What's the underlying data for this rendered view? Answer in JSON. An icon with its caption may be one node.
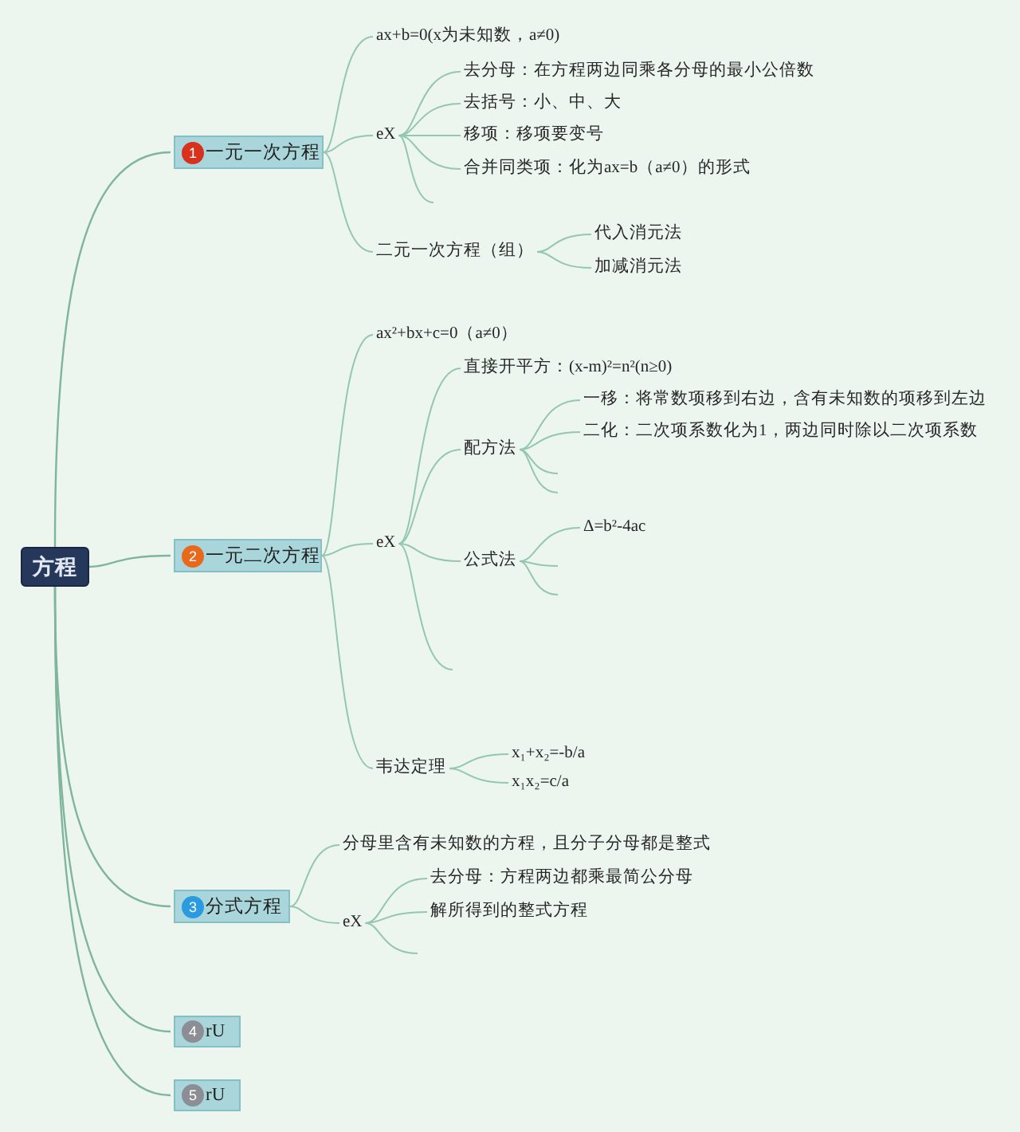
{
  "diagram": {
    "nodes": [
      {
        "text": [
          "方程"
        ]
      },
      {
        "text": [
          "1",
          "一元一次方程"
        ]
      },
      {
        "text": [
          "ax+b=0(x为未知数，a≠0)"
        ]
      },
      {
        "text": [
          "eX"
        ]
      },
      {
        "text": [
          "去分母：在方程两边同乘各分母的最小公倍数"
        ]
      },
      {
        "text": [
          "去括号：小、中、大"
        ]
      },
      {
        "text": [
          "移项：移项要变号"
        ]
      },
      {
        "text": [
          "合并同类项：化为ax=b（a≠0）的形式"
        ]
      },
      {
        "text": [
          "二元一次方程（组）"
        ]
      },
      {
        "text": [
          "代入消元法"
        ]
      },
      {
        "text": [
          "加减消元法"
        ]
      },
      {
        "text": [
          "2",
          "一元二次方程"
        ]
      },
      {
        "text": [
          "ax²+bx+c=0（a≠0）"
        ]
      },
      {
        "text": [
          "eX"
        ]
      },
      {
        "text": [
          "直接开平方：(x-m)²=n²(n≥0)"
        ]
      },
      {
        "text": [
          "配方法"
        ]
      },
      {
        "text": [
          "一移：将常数项移到右边，含有未知数的项移到左边"
        ]
      },
      {
        "text": [
          "二化：二次项系数化为1，两边同时除以二次项系数"
        ]
      },
      {
        "text": [
          "公式法"
        ]
      },
      {
        "text": [
          "Δ=b²-4ac"
        ]
      },
      {
        "text": [
          "韦达定理"
        ]
      },
      {
        "text": [
          "x₁+x₂=-b/a"
        ]
      },
      {
        "text": [
          "x₁x₂=c/a"
        ]
      },
      {
        "text": [
          "3",
          "分式方程"
        ]
      },
      {
        "text": [
          "分母里含有未知数的方程，且分子分母都是整式"
        ]
      },
      {
        "text": [
          "eX"
        ]
      },
      {
        "text": [
          "去分母：方程两边都乘最简公分母"
        ]
      },
      {
        "text": [
          "解所得到的整式方程"
        ]
      },
      {
        "text": [
          "4",
          "rU"
        ]
      },
      {
        "text": [
          "5",
          "rU"
        ]
      }
    ],
    "edges": [
      {
        "from": 0,
        "to": 1,
        "arrow": "none"
      },
      {
        "from": 0,
        "to": 11,
        "arrow": "none"
      },
      {
        "from": 0,
        "to": 23,
        "arrow": "none"
      },
      {
        "from": 0,
        "to": 28,
        "arrow": "none"
      },
      {
        "from": 0,
        "to": 29,
        "arrow": "none"
      },
      {
        "from": 1,
        "to": 2,
        "arrow": "none"
      },
      {
        "from": 1,
        "to": 3,
        "arrow": "none"
      },
      {
        "from": 1,
        "to": 8,
        "arrow": "none"
      },
      {
        "from": 3,
        "to": 4,
        "arrow": "none"
      },
      {
        "from": 3,
        "to": 5,
        "arrow": "none"
      },
      {
        "from": 3,
        "to": 6,
        "arrow": "none"
      },
      {
        "from": 3,
        "to": 7,
        "arrow": "none"
      },
      {
        "from": 3,
        "to": null,
        "arrow": "none"
      },
      {
        "from": 8,
        "to": 9,
        "arrow": "none"
      },
      {
        "from": 8,
        "to": 10,
        "arrow": "none"
      },
      {
        "from": 11,
        "to": 12,
        "arrow": "none"
      },
      {
        "from": 11,
        "to": 13,
        "arrow": "none"
      },
      {
        "from": 11,
        "to": 20,
        "arrow": "none"
      },
      {
        "from": 13,
        "to": 14,
        "arrow": "none"
      },
      {
        "from": 13,
        "to": 15,
        "arrow": "none"
      },
      {
        "from": 13,
        "to": 18,
        "arrow": "none"
      },
      {
        "from": 13,
        "to": null,
        "arrow": "none"
      },
      {
        "from": 15,
        "to": 16,
        "arrow": "none"
      },
      {
        "from": 15,
        "to": 17,
        "arrow": "none"
      },
      {
        "from": 15,
        "to": null,
        "arrow": "none"
      },
      {
        "from": 15,
        "to": null,
        "arrow": "none"
      },
      {
        "from": 18,
        "to": 19,
        "arrow": "none"
      },
      {
        "from": 18,
        "to": null,
        "arrow": "none"
      },
      {
        "from": 18,
        "to": null,
        "arrow": "none"
      },
      {
        "from": 20,
        "to": 21,
        "arrow": "none"
      },
      {
        "from": 20,
        "to": 22,
        "arrow": "none"
      },
      {
        "from": 23,
        "to": 24,
        "arrow": "none"
      },
      {
        "from": 23,
        "to": 25,
        "arrow": "none"
      },
      {
        "from": 25,
        "to": 26,
        "arrow": "none"
      },
      {
        "from": 25,
        "to": 27,
        "arrow": "none"
      },
      {
        "from": 25,
        "to": null,
        "arrow": "none"
      }
    ]
  }
}
